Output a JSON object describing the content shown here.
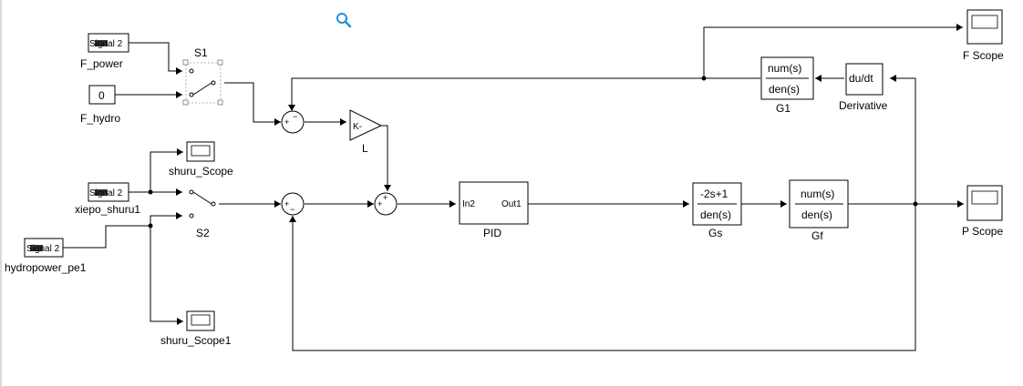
{
  "blocks": {
    "signal1": "Signal 2",
    "signal2": "Signal 2",
    "signal3": "Signal 2",
    "const_value": "0",
    "pid_in": "In2",
    "pid_out": "Out1",
    "gain_text": "K-",
    "derivative_text": "du/dt",
    "g1_num": "num(s)",
    "g1_den": "den(s)",
    "gs_num": "-2s+1",
    "gs_den": "den(s)",
    "gf_num": "num(s)",
    "gf_den": "den(s)"
  },
  "labels": {
    "f_power": "F_power",
    "f_hydro": "F_hydro",
    "s1": "S1",
    "s2": "S2",
    "shuru_scope": "shuru_Scope",
    "xiepo_shuru1": "xiepo_shuru1",
    "hydropower_pe1": "hydropower_pe1",
    "shuru_scope1": "shuru_Scope1",
    "gain_l": "L",
    "pid": "PID",
    "gs": "Gs",
    "gf": "Gf",
    "g1": "G1",
    "derivative": "Derivative",
    "f_scope": "F Scope",
    "p_scope": "P Scope"
  },
  "signs": {
    "sum1_plus": "+",
    "sum1_minus": "−",
    "sum2_plus": "+",
    "sum2_minus": "−",
    "sum3_plus1": "+",
    "sum3_plus2": "+"
  },
  "icons": {
    "zoom": "magnifier-icon",
    "zoom_color": "#1e90d6"
  }
}
